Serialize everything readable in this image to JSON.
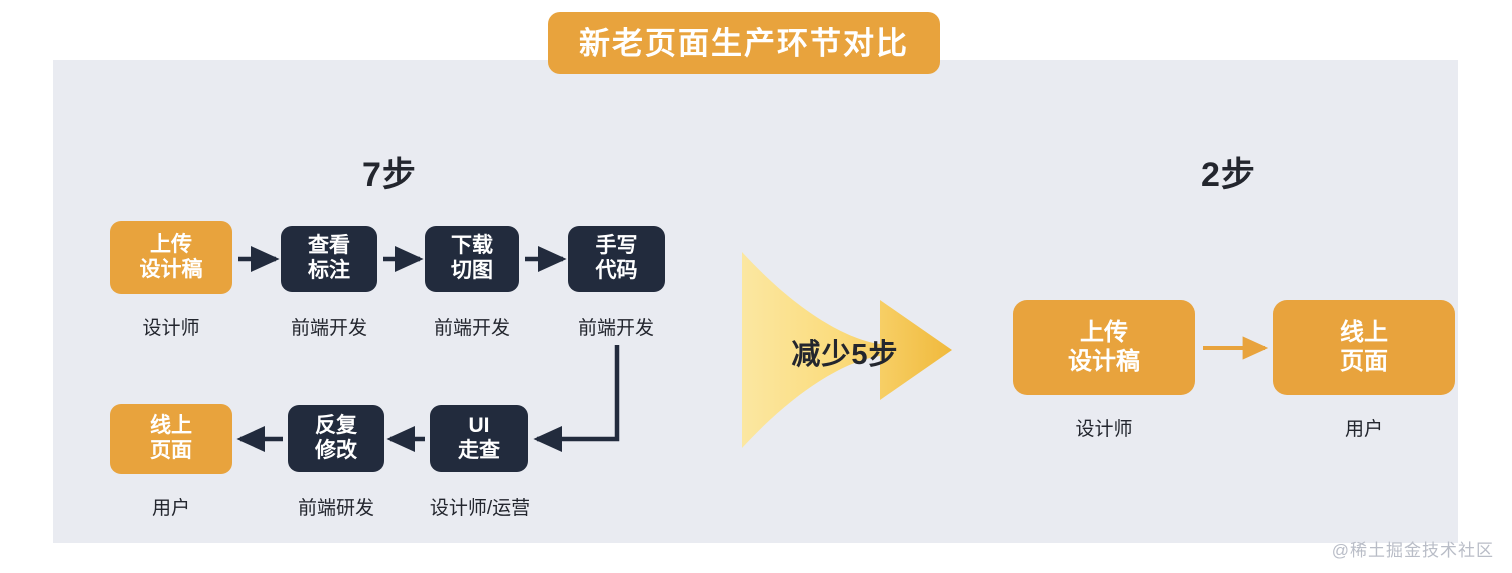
{
  "title": {
    "text": "新老页面生产环节对比"
  },
  "colors": {
    "panel_bg": "#e9ebf1",
    "orange": "#e8a33d",
    "navy": "#222b3d",
    "arrow_gold_light": "#fbe08a",
    "arrow_gold_dark": "#f0b93c",
    "text_dark": "#23262e",
    "watermark": "#b9bdc7"
  },
  "left_flow": {
    "heading": "7步",
    "nodes": [
      {
        "id": "upload",
        "line1": "上传",
        "line2": "设计稿",
        "style": "orange",
        "caption": "设计师"
      },
      {
        "id": "annot",
        "line1": "查看",
        "line2": "标注",
        "style": "dark",
        "caption": "前端开发"
      },
      {
        "id": "download",
        "line1": "下载",
        "line2": "切图",
        "style": "dark",
        "caption": "前端开发"
      },
      {
        "id": "handcode",
        "line1": "手写",
        "line2": "代码",
        "style": "dark",
        "caption": "前端开发"
      },
      {
        "id": "uicheck",
        "line1": "UI",
        "line2": "走查",
        "style": "dark",
        "caption": "设计师/运营"
      },
      {
        "id": "revise",
        "line1": "反复",
        "line2": "修改",
        "style": "dark",
        "caption": "前端研发"
      },
      {
        "id": "online",
        "line1": "线上",
        "line2": "页面",
        "style": "orange",
        "caption": "用户"
      }
    ]
  },
  "reduce": {
    "label": "减少5步"
  },
  "right_flow": {
    "heading": "2步",
    "nodes": [
      {
        "id": "upload2",
        "line1": "上传",
        "line2": "设计稿",
        "style": "orange",
        "caption": "设计师"
      },
      {
        "id": "online2",
        "line1": "线上",
        "line2": "页面",
        "style": "orange",
        "caption": "用户"
      }
    ]
  },
  "watermark": {
    "text": "@稀土掘金技术社区"
  }
}
